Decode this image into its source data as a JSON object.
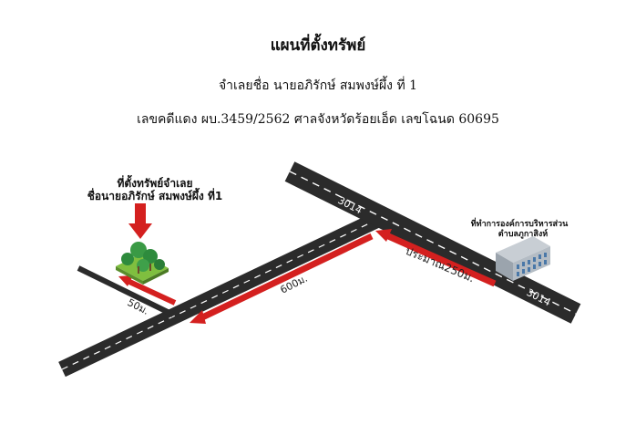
{
  "header": {
    "title": "แผนที่ตั้งทรัพย์",
    "defendant_line": "จำเลยชื่อ นายอภิรักษ์ สมพงษ์ผึ้ง ที่ 1",
    "case_line": "เลขคดีแดง ผบ.3459/2562 ศาลจังหวัดร้อยเอ็ด เลขโฉนด 60695"
  },
  "map": {
    "road_labels": [
      "3014",
      "3014"
    ],
    "property_label_line1": "ที่ตั้งทรัพย์จำเลย",
    "property_label_line2": "ชื่อนายอภิรักษ์ สมพงษ์ผึ้ง ที่1",
    "landmark_label_line1": "ที่ทำการองค์การบริหารส่วน",
    "landmark_label_line2": "ตำบลภูกาสิงห์",
    "distance_labels": [
      "ประมาณ250ม.",
      "600ม.",
      "50ม."
    ],
    "colors": {
      "road": "#2b2b2b",
      "road_line": "#ffffff",
      "arrow": "#d4201f",
      "tree": "#2e8b3d",
      "ground": "#7fbf3f",
      "building": "#a9b0b8"
    },
    "icons": [
      "red-down-arrow-icon",
      "trees-icon",
      "building-icon"
    ]
  }
}
